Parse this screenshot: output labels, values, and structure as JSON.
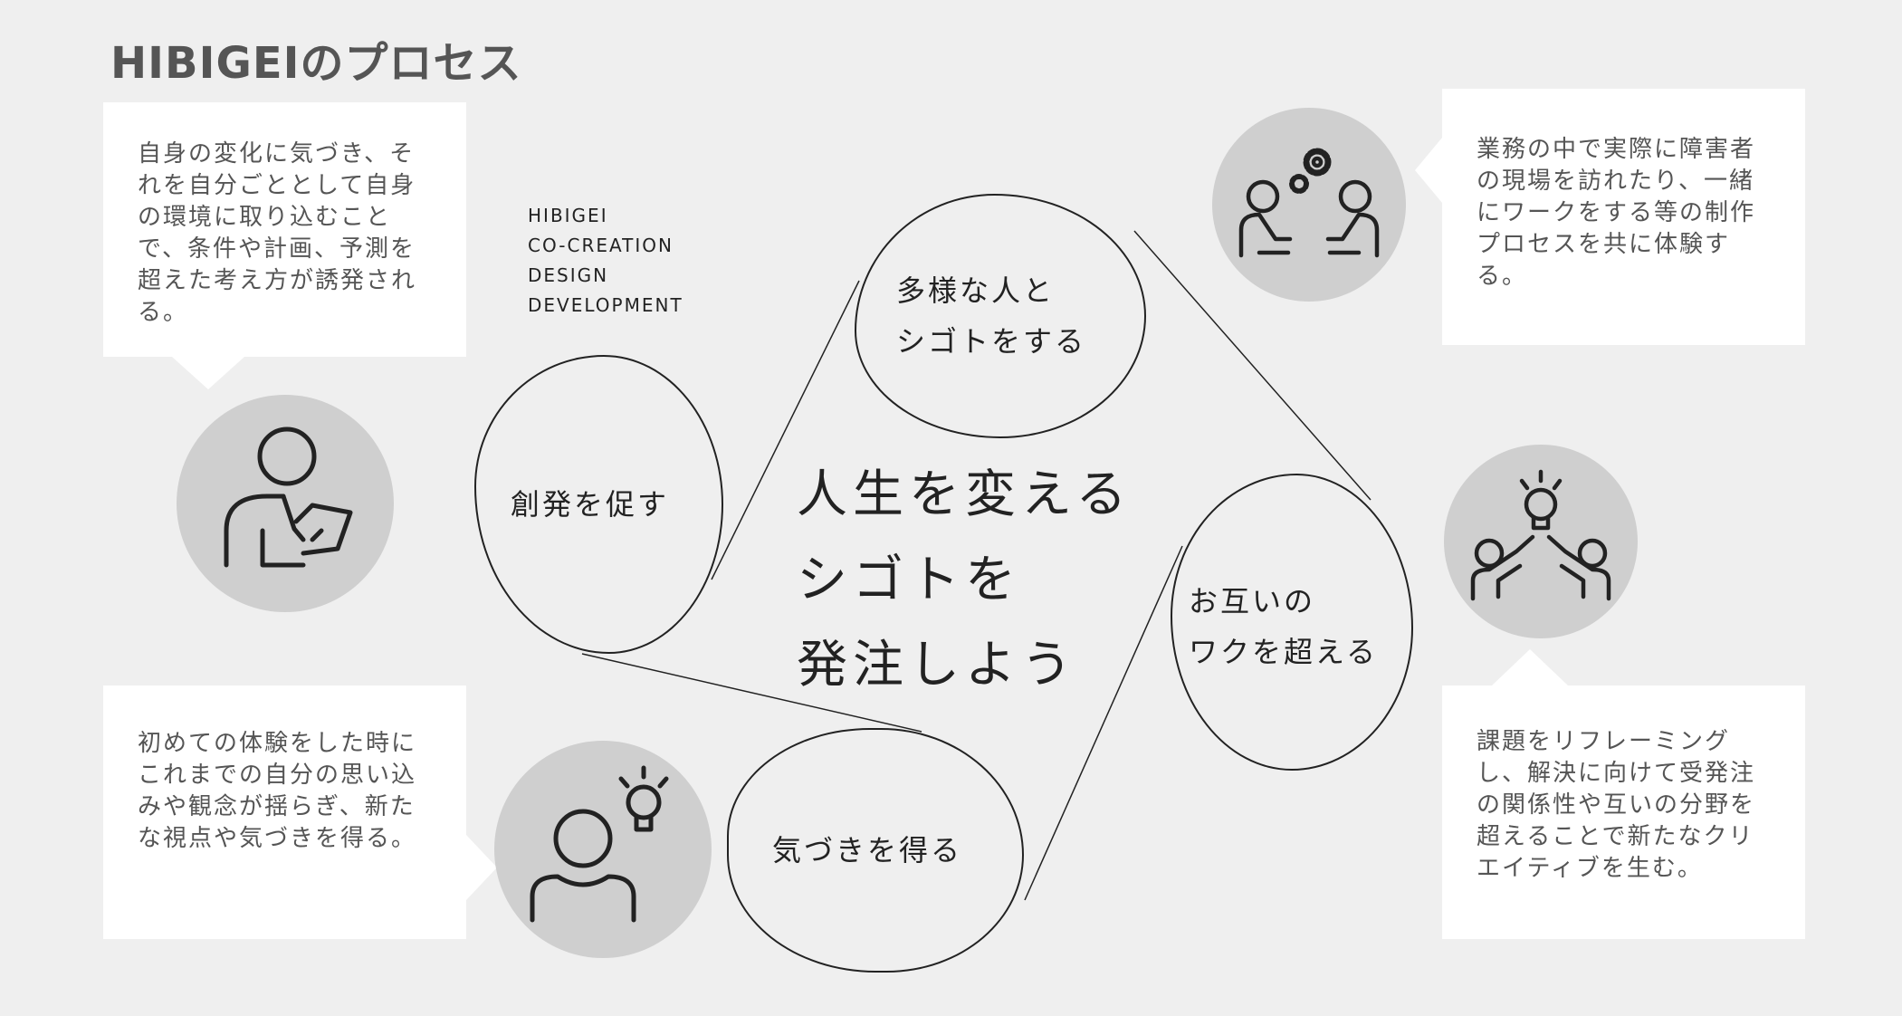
{
  "title": "HIBIGEIのプロセス",
  "subtitle": [
    "HIBIGEI",
    "CO-CREATION",
    "DESIGN",
    "DEVELOPMENT"
  ],
  "center_message": [
    "人生を変える",
    "シゴトを",
    "発注しよう"
  ],
  "cycle_steps": [
    {
      "id": "sohatsu",
      "lines": [
        "創発を促す"
      ]
    },
    {
      "id": "tayou",
      "lines": [
        "多様な人と",
        "シゴトをする"
      ]
    },
    {
      "id": "otagai",
      "lines": [
        "お互いの",
        "ワクを超える"
      ]
    },
    {
      "id": "kizuki",
      "lines": [
        "気づきを得る"
      ]
    }
  ],
  "descriptions": {
    "top_left": [
      "自身の変化に気づき、そ",
      "れを自分ごととして自身",
      "の環境に取り込むこと",
      "で、条件や計画、予測を",
      "超えた考え方が誘発され",
      "る。"
    ],
    "top_right": [
      "業務の中で実際に障害者",
      "の現場を訪れたり、一緒",
      "にワークをする等の制作",
      "プロセスを共に体験す",
      "る。"
    ],
    "bottom_right": [
      "課題をリフレーミング",
      "し、解決に向けて受発注",
      "の関係性や互いの分野を",
      "超えることで新たなクリ",
      "エイティブを生む。"
    ],
    "bottom_left": [
      "初めての体験をした時に",
      "これまでの自分の思い込",
      "みや観念が揺らぎ、新た",
      "な視点や気づきを得る。"
    ]
  },
  "icons": {
    "top_left": "person-with-tablet-icon",
    "top_right": "two-people-gears-icon",
    "right": "high-five-lightbulb-icon",
    "bottom_left": "person-lightbulb-icon"
  },
  "colors": {
    "background": "#efefef",
    "box": "#ffffff",
    "circle": "#cfcfcf",
    "text": "#555555",
    "line": "#222222"
  }
}
